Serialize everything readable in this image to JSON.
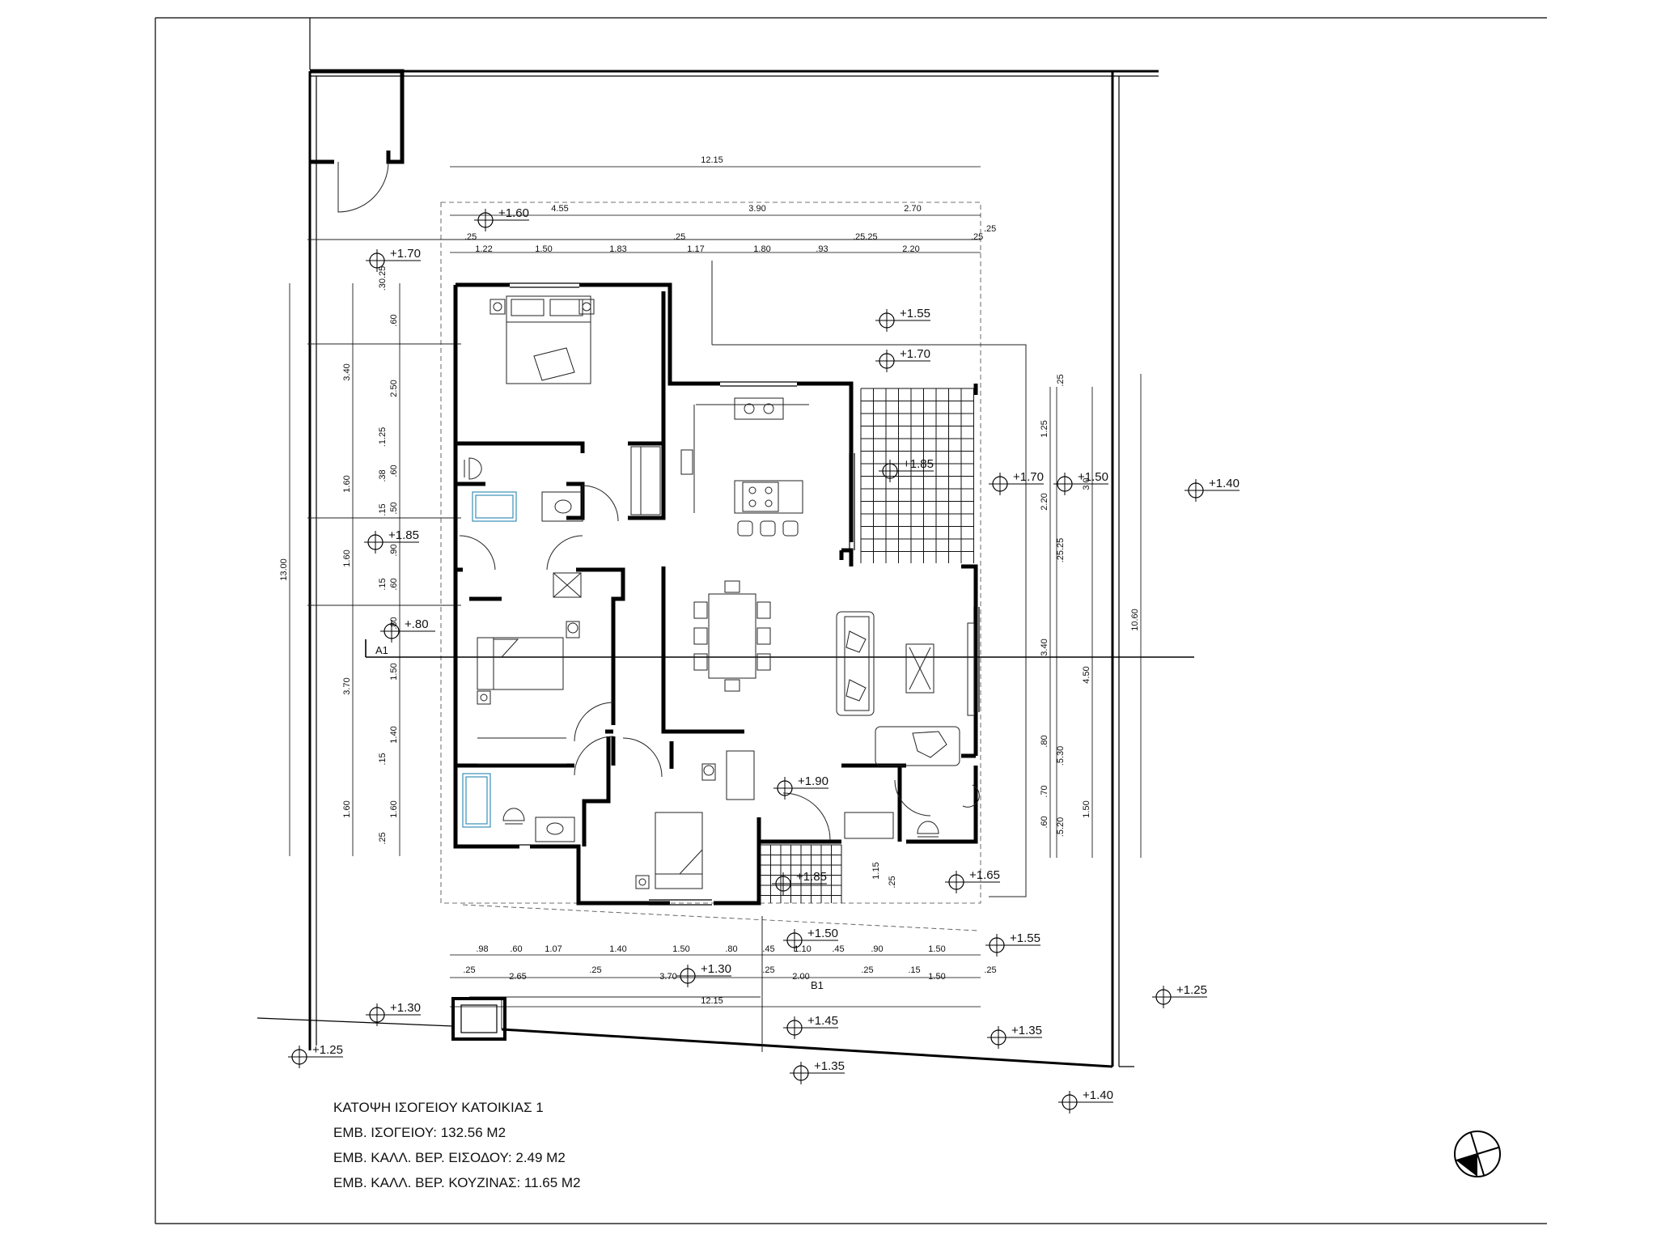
{
  "title_block": {
    "title": "ΚΑΤΟΨΗ ΙΣΟΓΕΙΟΥ ΚΑΤΟΙΚΙΑΣ 1",
    "area_ground": "ΕΜΒ. ΙΣΟΓΕΙΟΥ:  132.56  Μ2",
    "area_entrance_veranda": "ΕΜΒ. ΚΑΛΛ. ΒΕΡ. ΕΙΣΟΔΟΥ: 2.49 Μ2",
    "area_kitchen_veranda": "ΕΜΒ. ΚΑΛΛ. ΒΕΡ. ΚΟΥΖΙΝΑΣ: 11.65 Μ2"
  },
  "levels": {
    "l1": "+1.60",
    "l2": "+1.70",
    "l3": "+1.55",
    "l4": "+1.70",
    "l5": "+1.85",
    "l6": "+1.70",
    "l7": "+1.50",
    "l8": "+1.40",
    "l9": "+1.85",
    "l10": "+.80",
    "l11": "+1.90",
    "l12": "+1.85",
    "l13": "+1.65",
    "l14": "+1.50",
    "l15": "+1.55",
    "l16": "+1.30",
    "l17": "+1.30",
    "l18": "+1.25",
    "l19": "+1.45",
    "l20": "+1.35",
    "l21": "+1.25",
    "l22": "+1.35",
    "l23": "+1.40"
  },
  "section_marks": {
    "a": "A1",
    "b": "B1"
  },
  "dims_top": {
    "overall": "12.15",
    "r1": [
      "4.55",
      "3.90",
      "2.70"
    ],
    "r2": [
      "1.22",
      "1.50",
      "1.83",
      "1.17",
      "1.80",
      ".93",
      "2.20"
    ],
    "small": [
      ".25",
      ".25",
      ".25.25",
      ".25",
      ".25"
    ]
  },
  "dims_bottom": {
    "overall": "12.15",
    "r1": [
      ".98",
      ".60",
      "1.07",
      "1.40",
      "1.50",
      ".80",
      ".45",
      "1.10",
      ".45",
      ".90",
      "1.50"
    ],
    "r2": [
      ".25",
      "2.65",
      ".25",
      "3.70",
      ".25",
      "2.00",
      ".25",
      ".15",
      "1.50",
      ".25"
    ]
  },
  "dims_left": {
    "overall": "13.00",
    "r1": [
      "3.40",
      "1.60",
      "1.60",
      "3.70",
      "1.60"
    ],
    "r2": [
      ".30.25",
      ".60",
      "2.50",
      ".1.25",
      ".38",
      ".60",
      ".15",
      ".50",
      ".90",
      ".15",
      ".60",
      ".80",
      "1.50",
      "1.40",
      ".15",
      "1.60",
      ".25"
    ]
  },
  "dims_right": {
    "overall": "10.60",
    "r1": [
      "3.0",
      "4.50",
      "1.50"
    ],
    "r2": [
      ".25",
      "1.25",
      "2.20",
      ".25.25",
      "3.40",
      ".80",
      ".5.30",
      ".70",
      ".60",
      ".5.20"
    ]
  },
  "misc_dims": {
    "stair_h": "1.15",
    "stair_w": ".25"
  }
}
